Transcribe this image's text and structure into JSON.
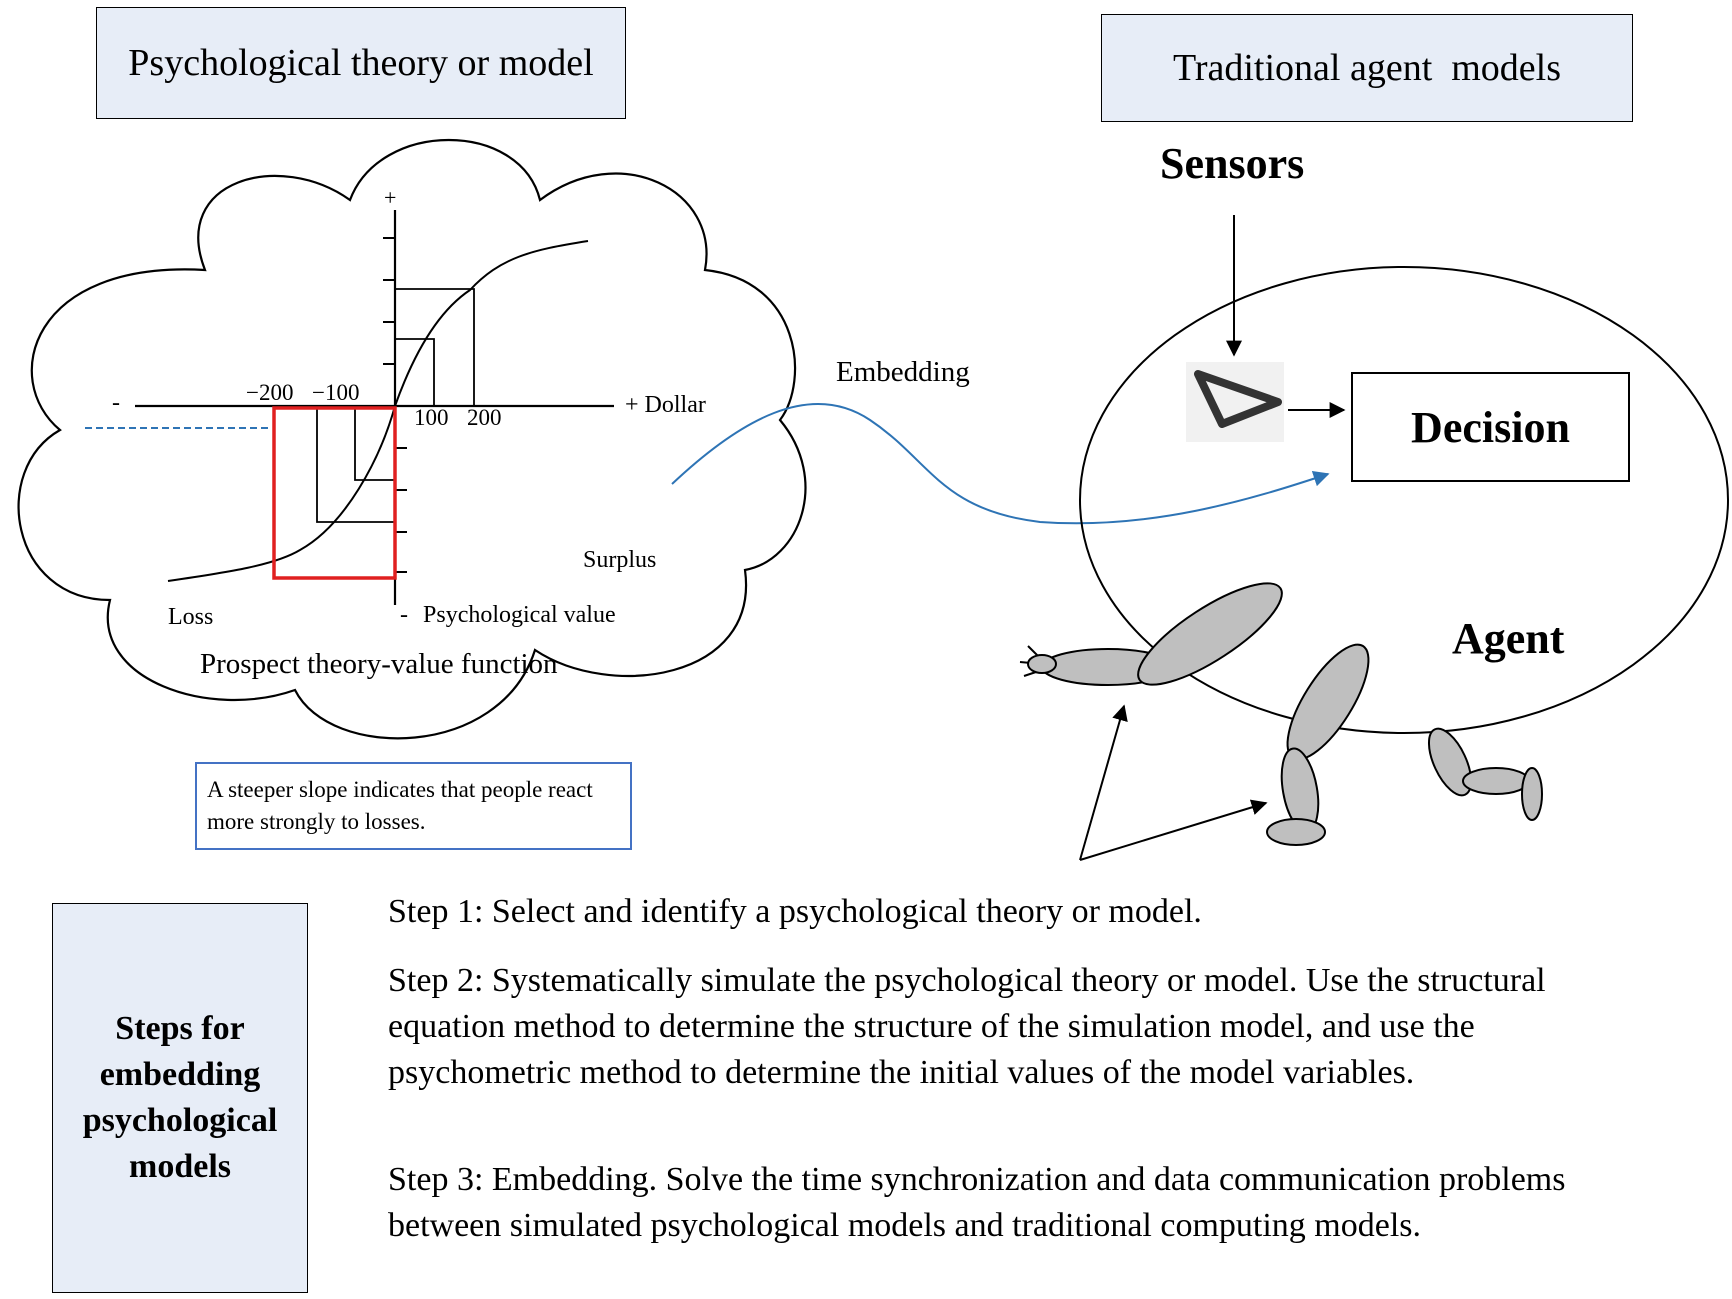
{
  "header_left": "Psychological theory or model",
  "header_right": "Traditional agent  models",
  "cloud": {
    "caption": "Prospect theory-value function",
    "axis": {
      "plus_top": "+",
      "minus_left": "-",
      "plus_right": "+ Dollar",
      "minus_bottom": "-",
      "ylabel": "Psychological value",
      "tick_neg200": "−200",
      "tick_neg100": "−100",
      "tick_100": "100",
      "tick_200": "200",
      "surplus": "Surplus",
      "loss": "Loss"
    }
  },
  "note": "A steeper slope indicates that people react more strongly to losses.",
  "embedding_label": "Embedding",
  "agent": {
    "sensors": "Sensors",
    "decision": "Decision",
    "agent_label": "Agent"
  },
  "steps_title": [
    "Steps for",
    "embedding",
    "psychological",
    "models"
  ],
  "steps": [
    "Step 1: Select and identify a psychological theory or model.",
    "Step 2: Systematically simulate the psychological theory or model. Use the structural equation method to determine the structure of the simulation model, and use the psychometric method to determine the initial values of the model variables.",
    "Step 3: Embedding. Solve the time synchronization and data communication problems between simulated psychological models and traditional computing models."
  ],
  "colors": {
    "box_fill": "#e7edf7",
    "highlight": "#e02020",
    "embed_arrow": "#2e74b5",
    "limb_fill": "#bfbfbf"
  }
}
